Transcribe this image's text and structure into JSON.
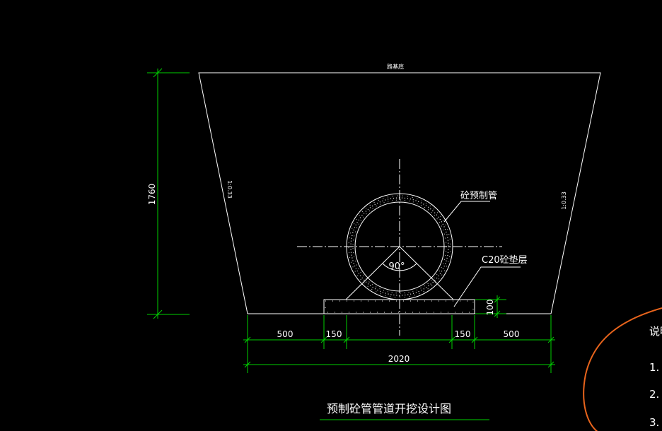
{
  "labels": {
    "road_base": "路基底",
    "pipe": "砼预制管",
    "cushion": "C20砼垫层",
    "angle": "90°",
    "slope_left": "1:0.33",
    "slope_right": "1:0.33",
    "title": "预制砼管管道开挖设计图"
  },
  "dimensions": {
    "height": "1760",
    "cushion_thickness": "100",
    "left_offset": "500",
    "left_cushion": "150",
    "right_cushion": "150",
    "right_offset": "500",
    "bottom_width": "2020"
  },
  "notes": {
    "heading": "说明",
    "item1": "1.",
    "item2": "2.",
    "item3": "3."
  },
  "colors": {
    "background": "#000000",
    "line": "#ffffff",
    "dimension": "#00d000",
    "annotation_circle": "#e8641c"
  }
}
